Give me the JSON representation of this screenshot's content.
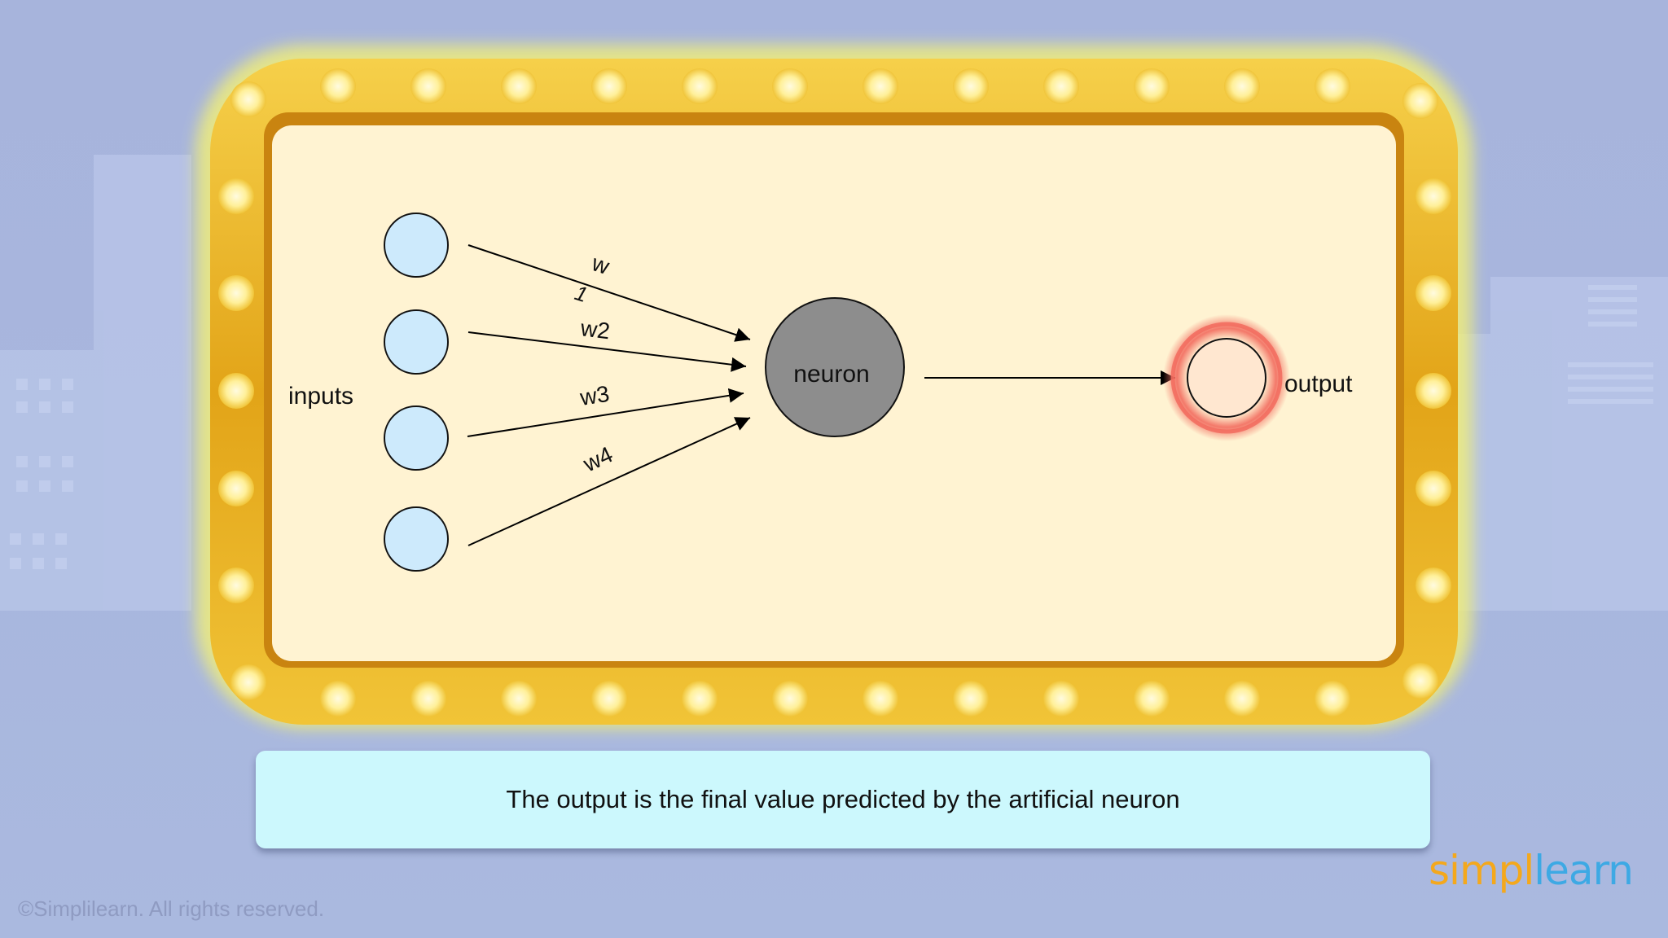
{
  "diagram": {
    "inputs_label": "inputs",
    "neuron_label": "neuron",
    "output_label": "output",
    "weights": {
      "w1_main": "w",
      "w1_sub": "1",
      "w2": "w2",
      "w3": "w3",
      "w4": "w4"
    }
  },
  "caption": "The output is the final value predicted by the artificial neuron",
  "footer": {
    "copyright": "©Simplilearn. All rights reserved."
  },
  "brand": {
    "part1": "simpl",
    "part2": "learn"
  },
  "colors": {
    "background": "#a8b6de",
    "frame_gold": "#e8b020",
    "panel": "#fff3d2",
    "input_node": "#cdeafc",
    "neuron": "#8d8d8d",
    "output_node": "#ffe7d0",
    "output_glow": "#f26b5e",
    "caption_box": "#ccf8fd",
    "brand_orange": "#f4a81c",
    "brand_blue": "#3da9e4"
  }
}
